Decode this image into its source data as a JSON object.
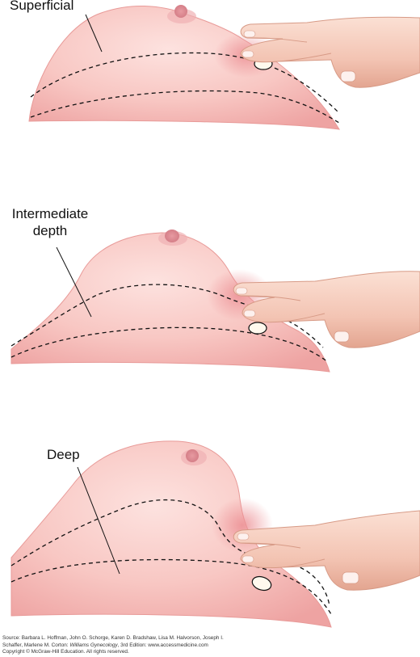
{
  "panels": [
    {
      "label": "Superficial"
    },
    {
      "label": "Intermediate\ndepth"
    },
    {
      "label": "Deep"
    }
  ],
  "source": {
    "line1": "Source: Barbara L. Hoffman, John O. Schorge, Karen D. Bradshaw, Lisa M. Halvorson, Joseph I.",
    "line2_pre": "Schaffer, Marlene M. Corton: ",
    "line2_book": "Williams Gynecology",
    "line2_post": ", 3rd Edition: www.accessmedicine.com",
    "line3": "Copyright © McGraw-Hill Education. All rights reserved."
  },
  "colors": {
    "skin": "#f7c4c0",
    "skin_shadow": "#ef9fa0",
    "skin_edge": "#e89a98",
    "hand": "#f6cdc0",
    "hand_shadow": "#e6a892",
    "areola": "#e59aa0",
    "dashed": "#111111"
  }
}
